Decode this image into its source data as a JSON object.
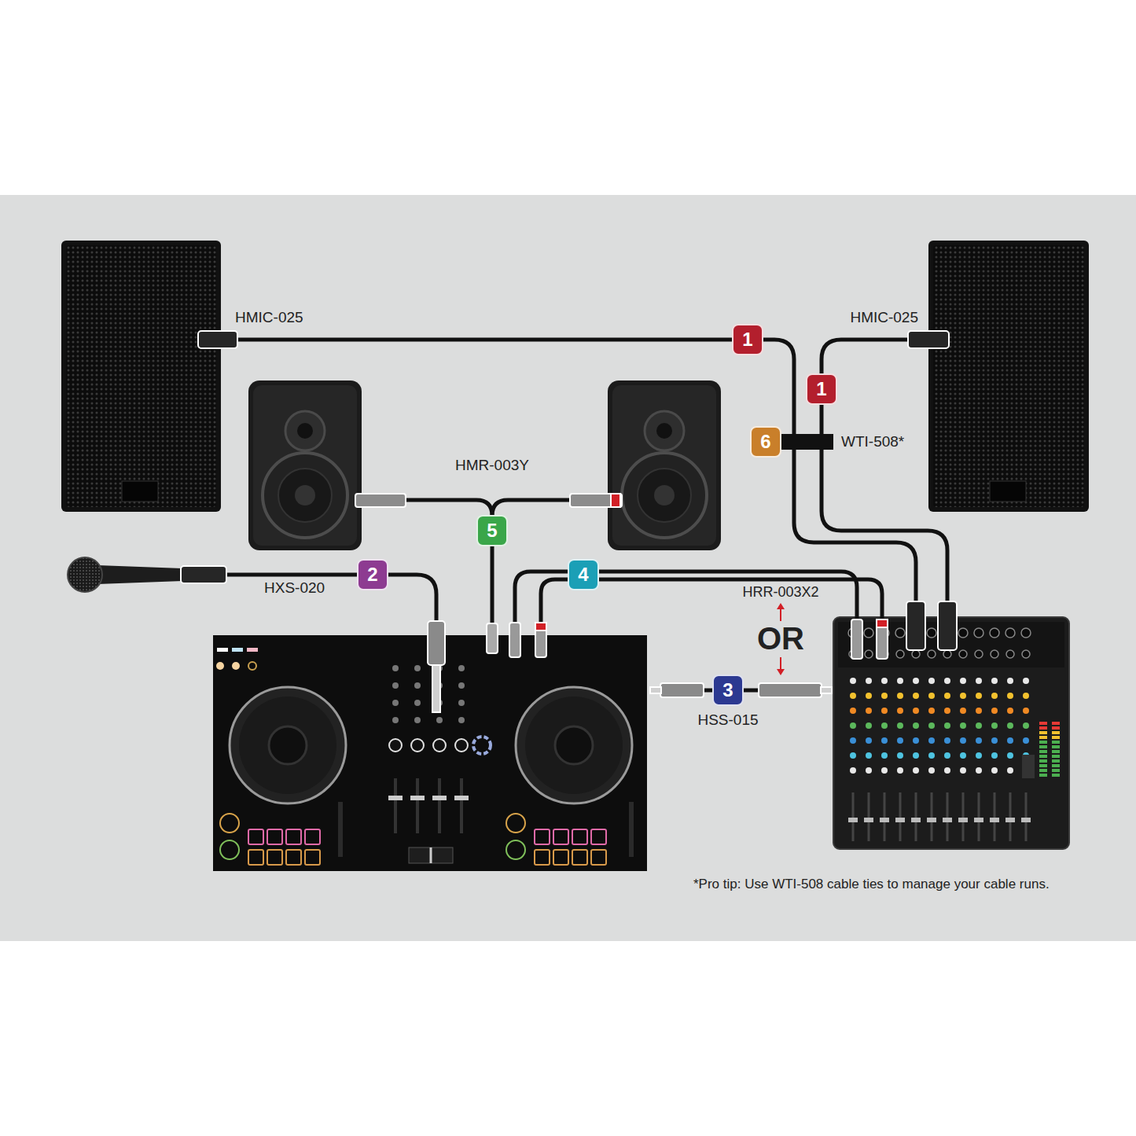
{
  "diagram": {
    "nodes": [
      {
        "text": [
          "1"
        ]
      },
      {
        "text": [
          "1"
        ]
      },
      {
        "text": [
          "6"
        ]
      },
      {
        "text": [
          "5"
        ]
      },
      {
        "text": [
          "2"
        ]
      },
      {
        "text": [
          "4"
        ]
      },
      {
        "text": [
          "3"
        ]
      }
    ],
    "labels": [
      "HMIC-025",
      "HMIC-025",
      "WTI-508*",
      "HMR-003Y",
      "HXS-020",
      "HRR-003X2",
      "OR",
      "HSS-015",
      "*Pro tip: Use WTI-508 cable ties to manage your cable runs."
    ]
  }
}
